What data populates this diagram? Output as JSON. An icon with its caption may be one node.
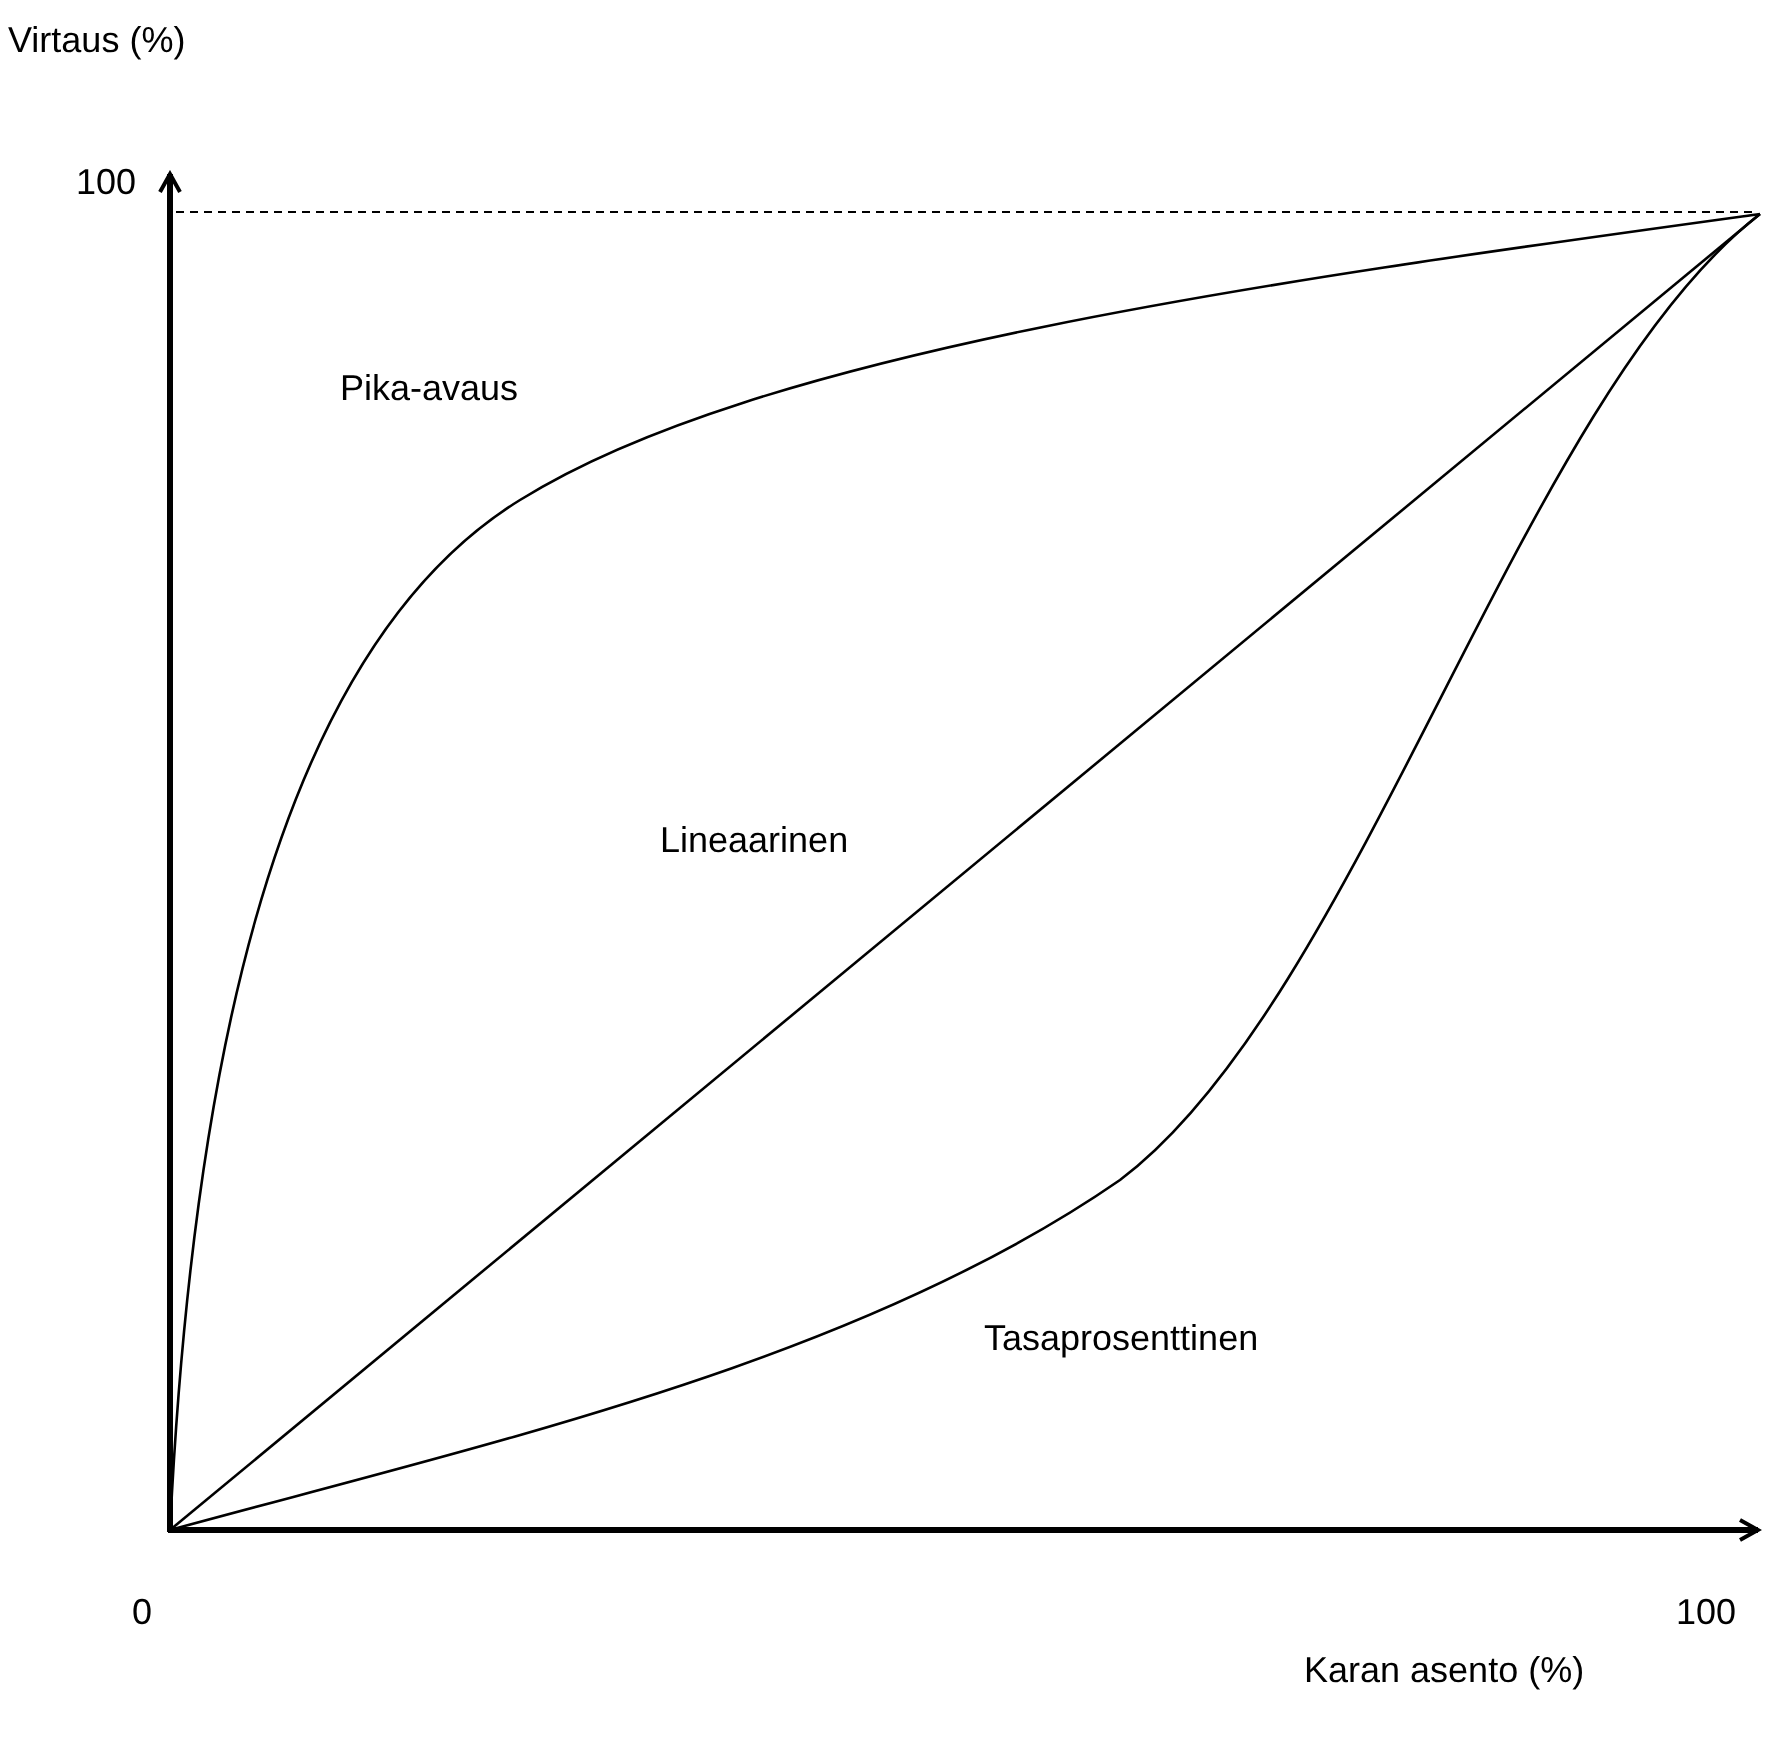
{
  "diagram": {
    "labels": [
      "Virtaus (%)",
      "100",
      "Pika-avaus",
      "Lineaarinen",
      "Tasaprosenttinen",
      "0",
      "100",
      "Karan asento (%)"
    ]
  }
}
